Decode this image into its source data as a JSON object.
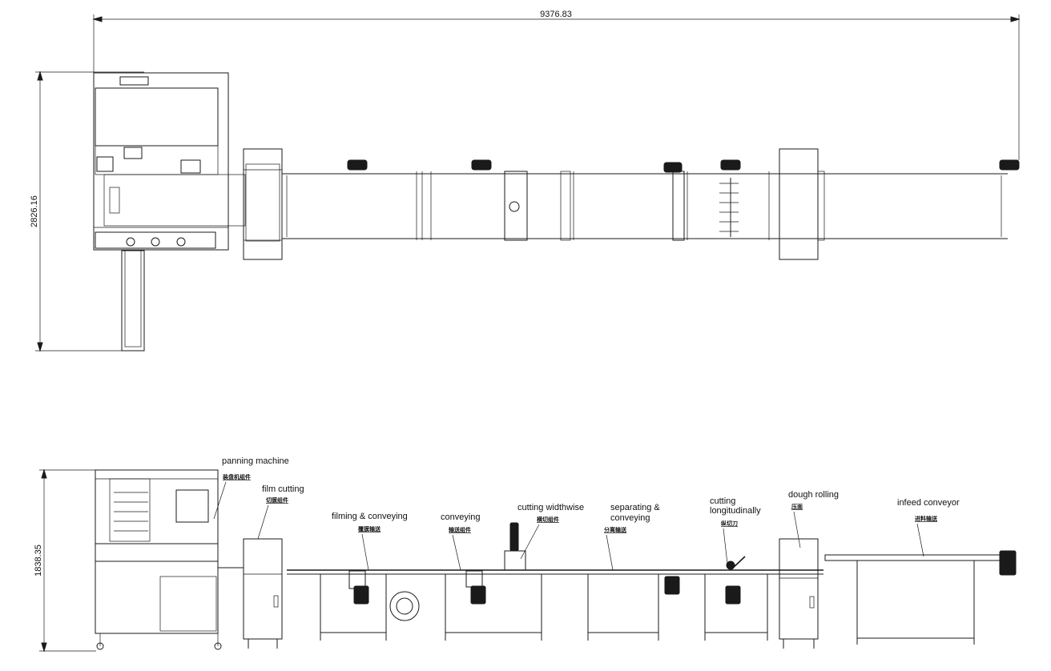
{
  "dimensions": {
    "overall_length": "9376.83",
    "plan_width": "2826.16",
    "elevation_height": "1838.35"
  },
  "stations": [
    {
      "label": "panning machine",
      "label_cn": "装盘机组件"
    },
    {
      "label": "film cutting",
      "label_cn": "切膜组件"
    },
    {
      "label": "filming & conveying",
      "label_cn": "覆膜输送"
    },
    {
      "label": "conveying",
      "label_cn": "输送组件"
    },
    {
      "label": "cutting widthwise",
      "label_cn": "横切组件"
    },
    {
      "label": "separating & conveying",
      "label_cn": "分离输送"
    },
    {
      "label": "cutting longitudinally",
      "label_cn": "纵切刀"
    },
    {
      "label": "dough rolling",
      "label_cn": "压面"
    },
    {
      "label": "infeed conveyor",
      "label_cn": "进料输送"
    }
  ]
}
